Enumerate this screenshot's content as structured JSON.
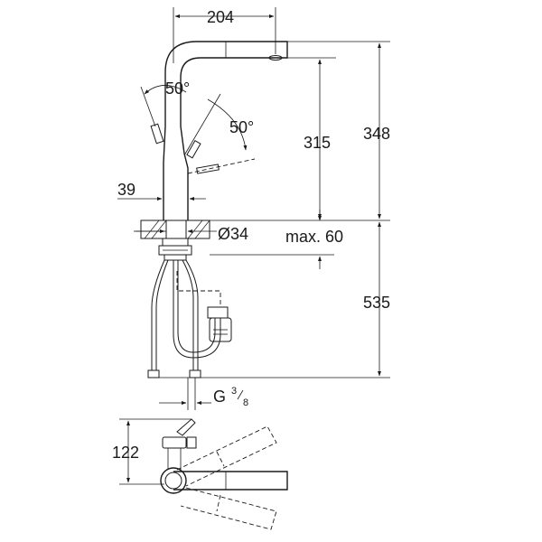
{
  "dimensions": {
    "spout_reach": "204",
    "spray_angle_upper": "50°",
    "spray_angle_lower": "50°",
    "body_offset": "39",
    "height_to_spout": "315",
    "total_height": "348",
    "hole_diameter": "Ø34",
    "max_counter_thickness": "max. 60",
    "hose_length": "535",
    "connection_thread_prefix": "G",
    "connection_thread_num": "3",
    "connection_thread_den": "8",
    "top_view_depth": "122"
  }
}
